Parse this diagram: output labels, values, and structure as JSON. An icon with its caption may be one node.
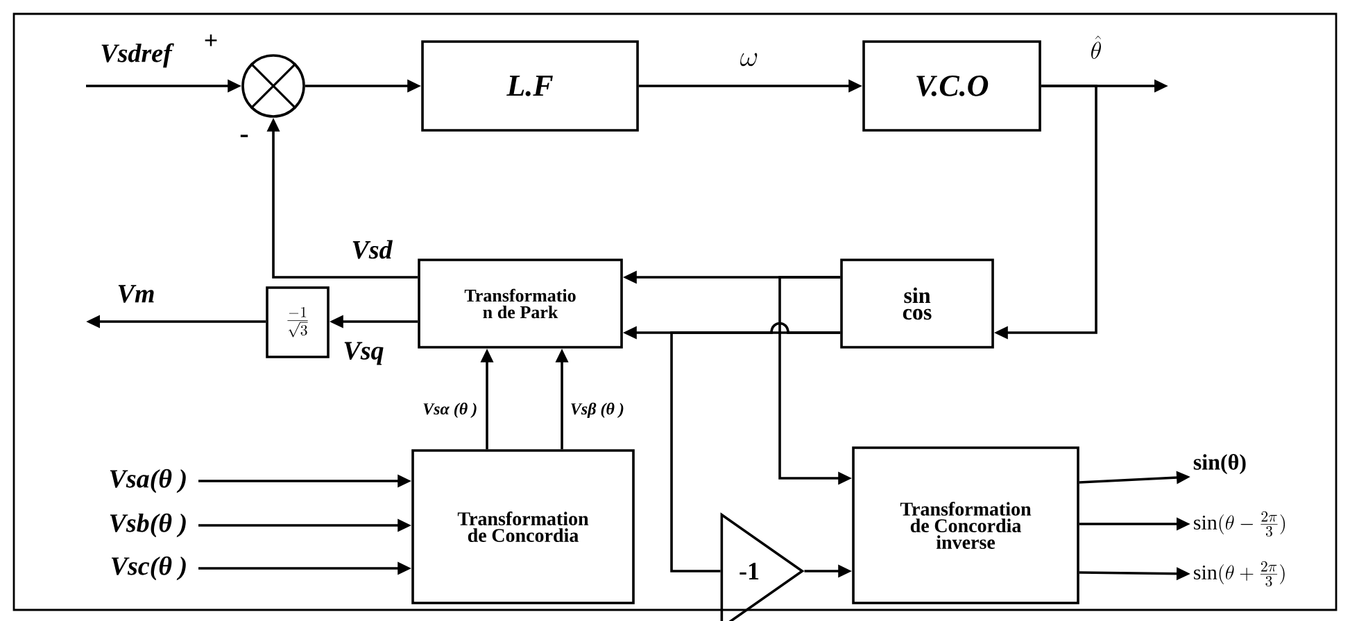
{
  "diagram": {
    "nodes": [
      {
        "text": [],
        "shape": "circle"
      },
      {
        "text": [
          "L.F"
        ]
      },
      {
        "text": [
          "V.C.O"
        ]
      },
      {
        "text": [
          "Transformatio n de Park"
        ]
      },
      {
        "text": [
          "sin cos"
        ]
      },
      {
        "text": [
          "\\frac{-1}{\\sqrt{3}}"
        ]
      },
      {
        "text": [
          "Transformation de Concordia"
        ]
      },
      {
        "text": [
          "-1"
        ]
      },
      {
        "text": [
          "Transformation de Concordia inverse"
        ]
      },
      {
        "text": [
          "Vsa(θ )"
        ]
      },
      {
        "text": [
          "Vsb(θ )"
        ]
      },
      {
        "text": [
          "Vsc(θ )"
        ]
      },
      {
        "text": [
          "sin(θ)"
        ]
      },
      {
        "text": [
          "\\sin(\\theta - \\frac{2\\pi}{3})"
        ]
      },
      {
        "text": [
          "\\sin(\\theta + \\frac{2\\pi}{3})"
        ]
      }
    ],
    "edges": [
      {
        "from": null,
        "to": 0,
        "arrow": "to",
        "label": "Vsdref"
      },
      {
        "from": 0,
        "to": 1,
        "arrow": "to"
      },
      {
        "from": 1,
        "to": 2,
        "arrow": "to",
        "label": "\\omega"
      },
      {
        "from": 2,
        "to": null,
        "arrow": "to",
        "label": "\\hat{\\theta}"
      },
      {
        "from": 2,
        "to": 4,
        "arrow": "to"
      },
      {
        "from": 4,
        "to": 3,
        "arrow": "to"
      },
      {
        "from": 4,
        "to": 3,
        "arrow": "to"
      },
      {
        "from": 4,
        "to": 8,
        "arrow": "to"
      },
      {
        "from": 4,
        "to": 7,
        "arrow": "none"
      },
      {
        "from": 7,
        "to": 8,
        "arrow": "to"
      },
      {
        "from": 3,
        "to": 0,
        "arrow": "to",
        "label": "Vsd"
      },
      {
        "from": 3,
        "to": 5,
        "arrow": "to",
        "label": "Vsq"
      },
      {
        "from": 5,
        "to": null,
        "arrow": "to",
        "label": "Vm"
      },
      {
        "from": 6,
        "to": 3,
        "arrow": "to",
        "label": "Vsα (θ )"
      },
      {
        "from": 6,
        "to": 3,
        "arrow": "to",
        "label": "Vsβ (θ )"
      },
      {
        "from": 9,
        "to": 6,
        "arrow": "to"
      },
      {
        "from": 10,
        "to": 6,
        "arrow": "to"
      },
      {
        "from": 11,
        "to": 6,
        "arrow": "to"
      },
      {
        "from": 8,
        "to": 12,
        "arrow": "to"
      },
      {
        "from": 8,
        "to": 13,
        "arrow": "to"
      },
      {
        "from": 8,
        "to": 14,
        "arrow": "to"
      }
    ],
    "labels": [
      "+",
      "-"
    ]
  }
}
